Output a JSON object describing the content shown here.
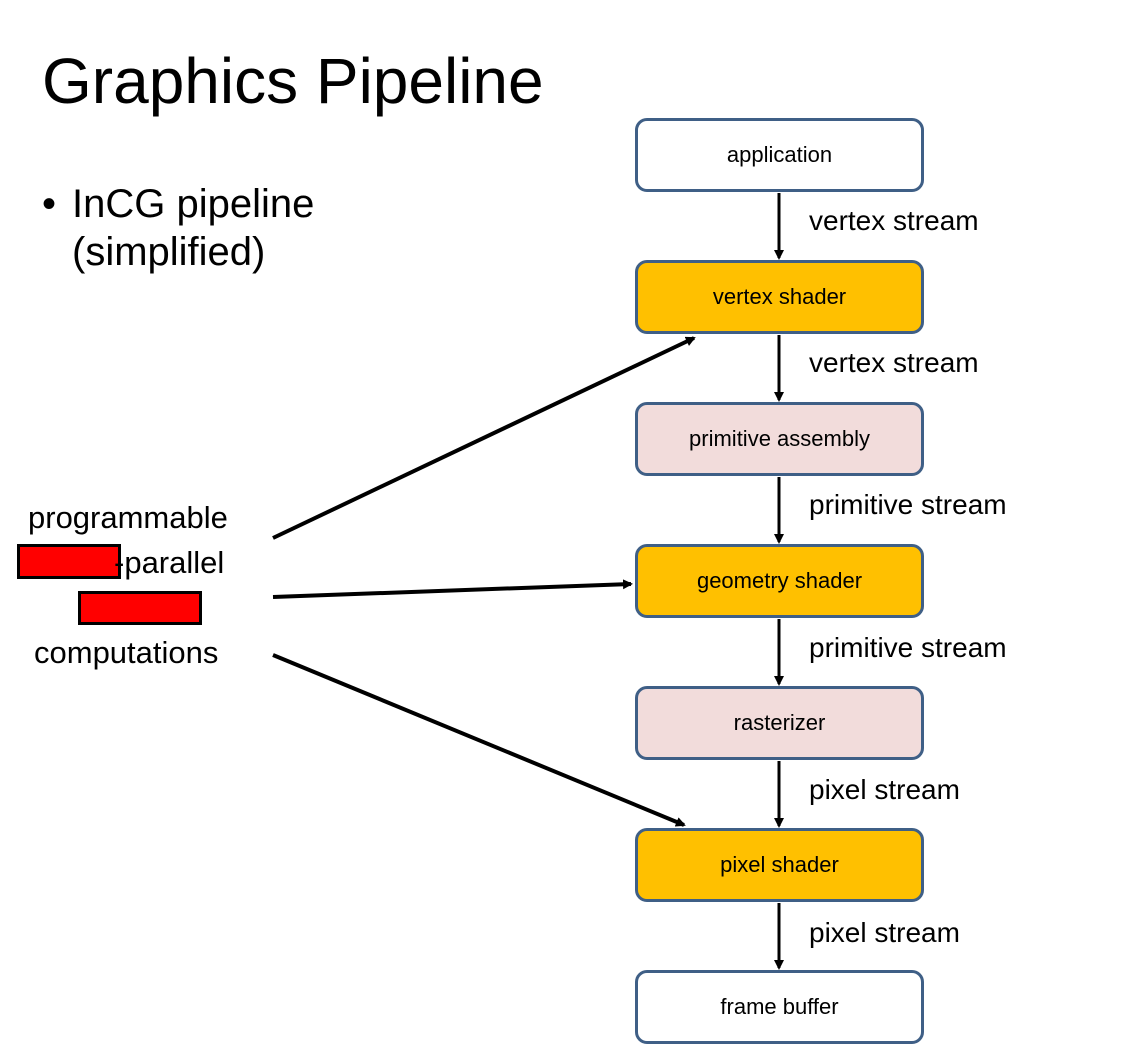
{
  "title": "Graphics Pipeline",
  "bullet": {
    "line1": "InCG pipeline",
    "line2": "(simplified)"
  },
  "side_labels": {
    "programmable": "programmable",
    "parallel": "-parallel",
    "computations": "computations"
  },
  "stages": [
    {
      "label": "application",
      "kind": "plain"
    },
    {
      "label": "vertex shader",
      "kind": "shader"
    },
    {
      "label": "primitive assembly",
      "kind": "fixed"
    },
    {
      "label": "geometry shader",
      "kind": "shader"
    },
    {
      "label": "rasterizer",
      "kind": "fixed"
    },
    {
      "label": "pixel shader",
      "kind": "shader"
    },
    {
      "label": "frame buffer",
      "kind": "plain"
    }
  ],
  "streams": [
    "vertex stream",
    "vertex stream",
    "primitive stream",
    "primitive stream",
    "pixel stream",
    "pixel stream"
  ],
  "colors": {
    "shader": "#ffc000",
    "fixed": "#f2dcdb",
    "plain": "#ffffff",
    "border": "#3f5f86",
    "redaction": "#ff0000"
  }
}
